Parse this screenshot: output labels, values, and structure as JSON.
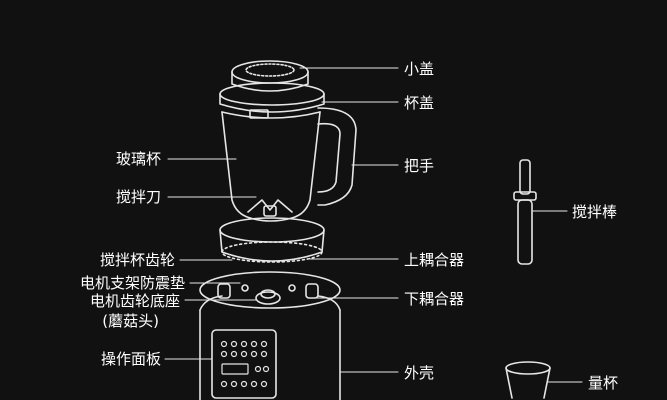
{
  "colors": {
    "background": "#111111",
    "line": "#e6e6e6",
    "text": "#ffffff"
  },
  "labels": {
    "small_lid": "小盖",
    "cup_lid": "杯盖",
    "handle": "把手",
    "glass_cup": "玻璃杯",
    "blade": "搅拌刀",
    "cup_gear": "搅拌杯齿轮",
    "upper_coupler": "上耦合器",
    "motor_damper": "电机支架防震垫",
    "motor_gear_base": "电机齿轮底座",
    "motor_gear_base_note": "(蘑菇头)",
    "lower_coupler": "下耦合器",
    "control_panel": "操作面板",
    "housing": "外壳",
    "stir_stick": "搅拌棒",
    "measuring_cup": "量杯"
  }
}
